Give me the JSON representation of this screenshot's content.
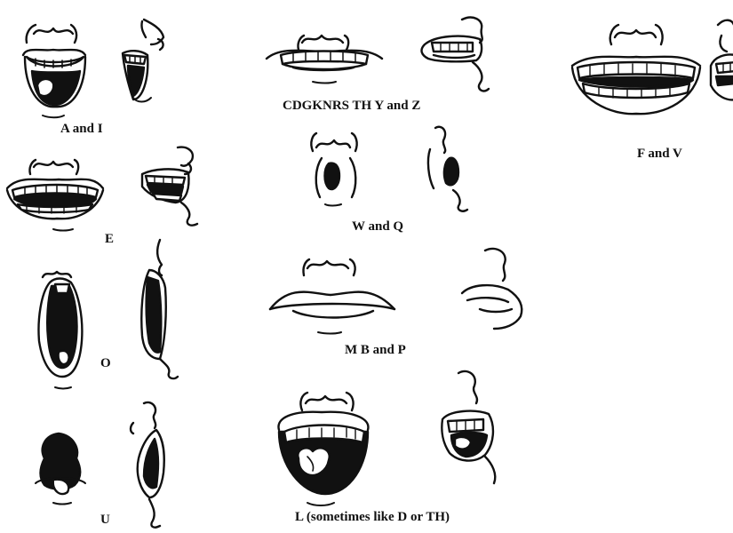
{
  "labels": {
    "a_and_i": "A and I",
    "e": "E",
    "o": "O",
    "u": "U",
    "cdgknrs": "CDGKNRS TH Y and Z",
    "w_and_q": "W and Q",
    "m_b_and_p": "M B and P",
    "l": "L (sometimes like D or TH)",
    "f_and_v": "F and V"
  },
  "colors": {
    "ink": "#111111",
    "background": "#ffffff"
  }
}
